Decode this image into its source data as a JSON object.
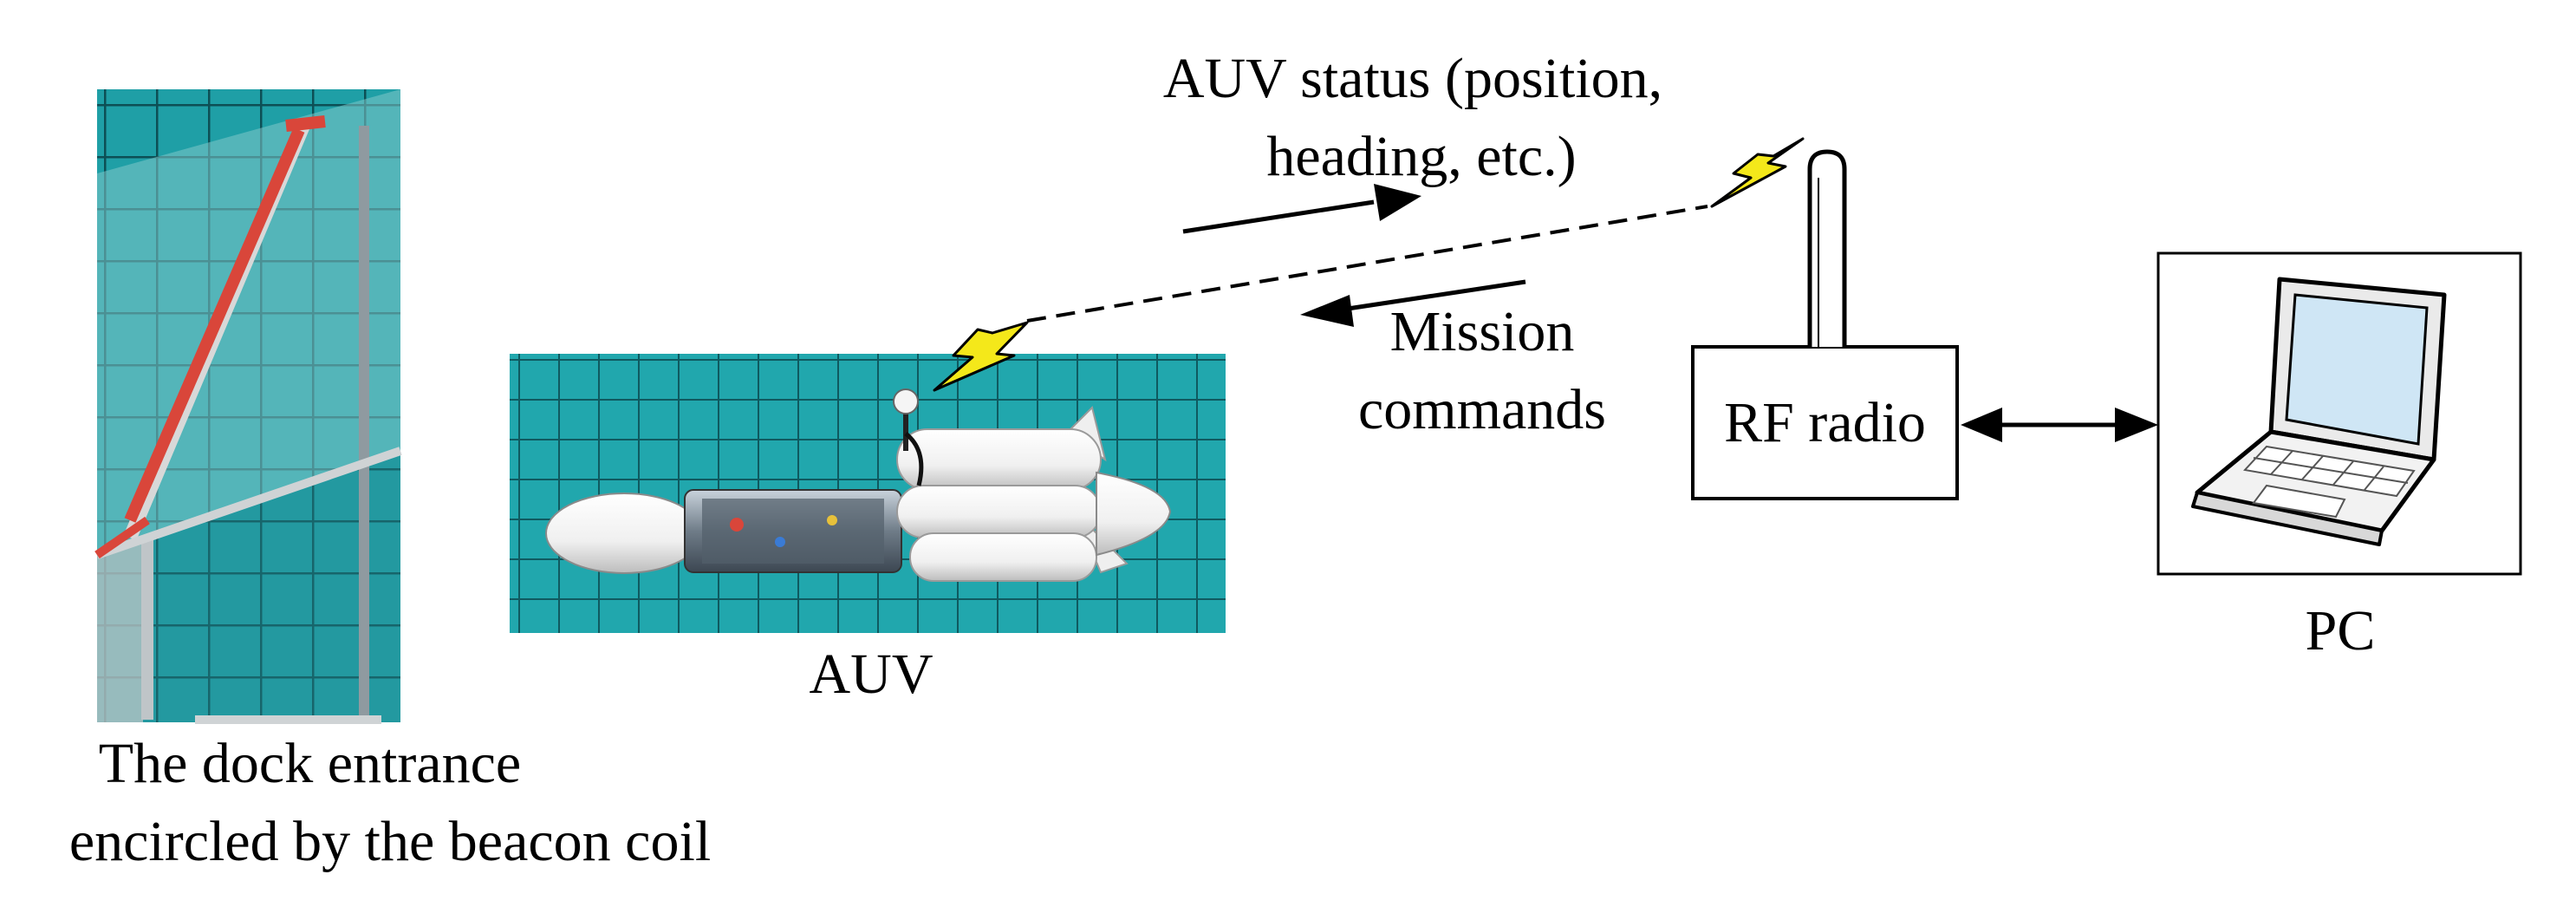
{
  "labels": {
    "dock": [
      "The dock entrance",
      "encircled by the beacon coil"
    ],
    "auv": "AUV",
    "status": [
      "AUV status (position,",
      "heading, etc.)"
    ],
    "mission": [
      "Mission",
      "commands"
    ],
    "radio": "RF radio",
    "pc": "PC"
  },
  "colors": {
    "pool_water": "#1f9fa6",
    "pool_tile_line": "#0d4f55",
    "dock_red_stripe": "#d9463a",
    "lightning_fill": "#f4e81a",
    "lightning_stroke": "#000000",
    "laptop_screen": "#cfe6f5"
  },
  "icons": {
    "dock_photo": "dock-photo",
    "auv_photo": "auv-photo",
    "radio_lightning": "lightning-icon",
    "auv_lightning": "lightning-icon",
    "laptop": "laptop-icon"
  }
}
